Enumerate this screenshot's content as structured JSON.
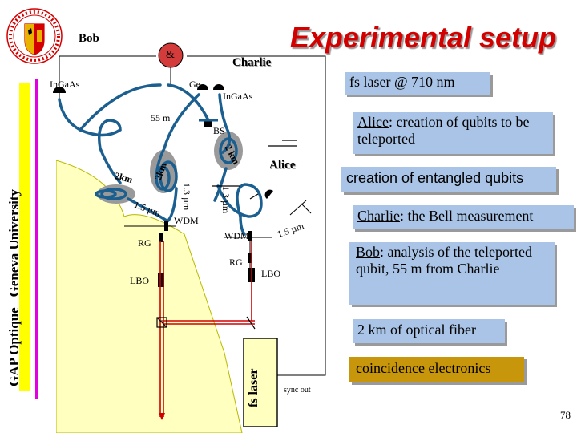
{
  "title": "Experimental setup",
  "side_label": {
    "group": "GAP Optique",
    "institution": "Geneva University"
  },
  "colors": {
    "title": "#d40000",
    "box_blue": "#a9c4e6",
    "box_gold": "#c8960a",
    "bob_area": "#ffffc0",
    "side_bar": "#ffff00",
    "stripe": "#e000e0",
    "fiber": "#1a5f8f"
  },
  "diagram": {
    "bob": "Bob",
    "charlie": "Charlie",
    "alice": "Alice",
    "and_gate": "&",
    "detector_ingaas_left": "InGaAs",
    "detector_ge": "Ge",
    "detector_ingaas_right": "InGaAs",
    "distance_55m": "55 m",
    "bs": "BS",
    "coil_2km_right": "2 km",
    "coil_2km_left": "2km",
    "coil_2km_mid": "2km",
    "wl_13_mid": "1.3 µm",
    "wl_13_right": "1.3 µm",
    "wl_15_left": "1.5 µm",
    "wl_15_right": "1.5 µm",
    "wdm_left": "WDM",
    "wdm_right": "WDM",
    "rg_left": "RG",
    "rg_right": "RG",
    "lbo_left": "LBO",
    "lbo_right": "LBO",
    "fs_laser": "fs laser",
    "sync_out": "sync out"
  },
  "legend": {
    "fs_laser": "fs laser @ 710 nm",
    "alice_name": "Alice",
    "alice_desc": ": creation of qubits to be teleported",
    "entangled": "creation of entangled qubits",
    "charlie_name": "Charlie",
    "charlie_desc": ": the Bell measurement",
    "bob_name": "Bob",
    "bob_desc": ": analysis of the teleported qubit, 55 m from Charlie",
    "fiber": "2 km of optical fiber",
    "coincidence": "coincidence electronics"
  },
  "page_number": "78"
}
